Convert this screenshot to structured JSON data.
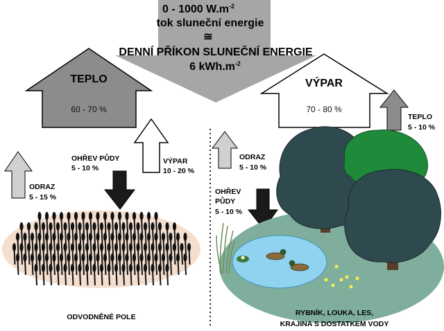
{
  "header": {
    "flux_range": "0 - 1000 W.m",
    "flux_sup": "-2",
    "flux_caption": "tok sluneční energie",
    "approx_symbol": "≅",
    "daily_input": "DENNÍ PŘÍKON SLUNEČNÍ  ENERGIE",
    "daily_value": "6 kWh.m",
    "daily_sup": "-2"
  },
  "left": {
    "heat": {
      "label": "TEPLO",
      "percent": "60 - 70 %"
    },
    "evaporation": {
      "label": "VÝPAR",
      "percent": "10 - 20 %"
    },
    "soil_heating": {
      "label": "OHŘEV PŮDY",
      "percent": "5 - 10 %"
    },
    "reflection": {
      "label": "ODRAZ",
      "percent": "5 - 15 %"
    },
    "caption": "ODVODNĚNÉ POLE"
  },
  "right": {
    "evaporation": {
      "label": "VÝPAR",
      "percent": "70 - 80 %"
    },
    "heat": {
      "label": "TEPLO",
      "percent": "5 - 10 %"
    },
    "reflection": {
      "label": "ODRAZ",
      "percent": "5 - 10 %"
    },
    "soil_heating": {
      "label_1": "OHŘEV",
      "label_2": "PŮDY",
      "percent": "5 - 10 %"
    },
    "caption_1": "RYBNÍK, LOUKA, LES,",
    "caption_2": "KRAJINA S DOSTATKEM VODY"
  },
  "colors": {
    "sun_arrow": "#a6a6a6",
    "heat_arrow": "#8c8c8c",
    "field_ground": "#f4dfcf",
    "meadow": "#7faf9c",
    "pond": "#8fd3f0",
    "tree_dark": "#2f4a4f",
    "tree_green": "#1f8a3a"
  }
}
